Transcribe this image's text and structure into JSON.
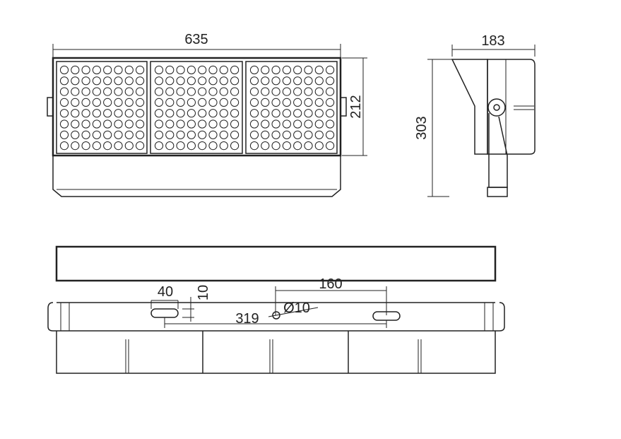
{
  "front_view": {
    "width_label": "635",
    "height_label": "212",
    "led_panels": [
      {
        "rows": 8,
        "cols": 8
      },
      {
        "rows": 8,
        "cols": 8
      },
      {
        "rows": 8,
        "cols": 8
      }
    ]
  },
  "side_view": {
    "depth_label": "183",
    "total_height_label": "303"
  },
  "bottom_view": {
    "slot_width_label": "40",
    "slot_height_label": "10",
    "slot_spacing_label": "160",
    "hole_label": "Ø10",
    "mount_distance_label": "319"
  }
}
